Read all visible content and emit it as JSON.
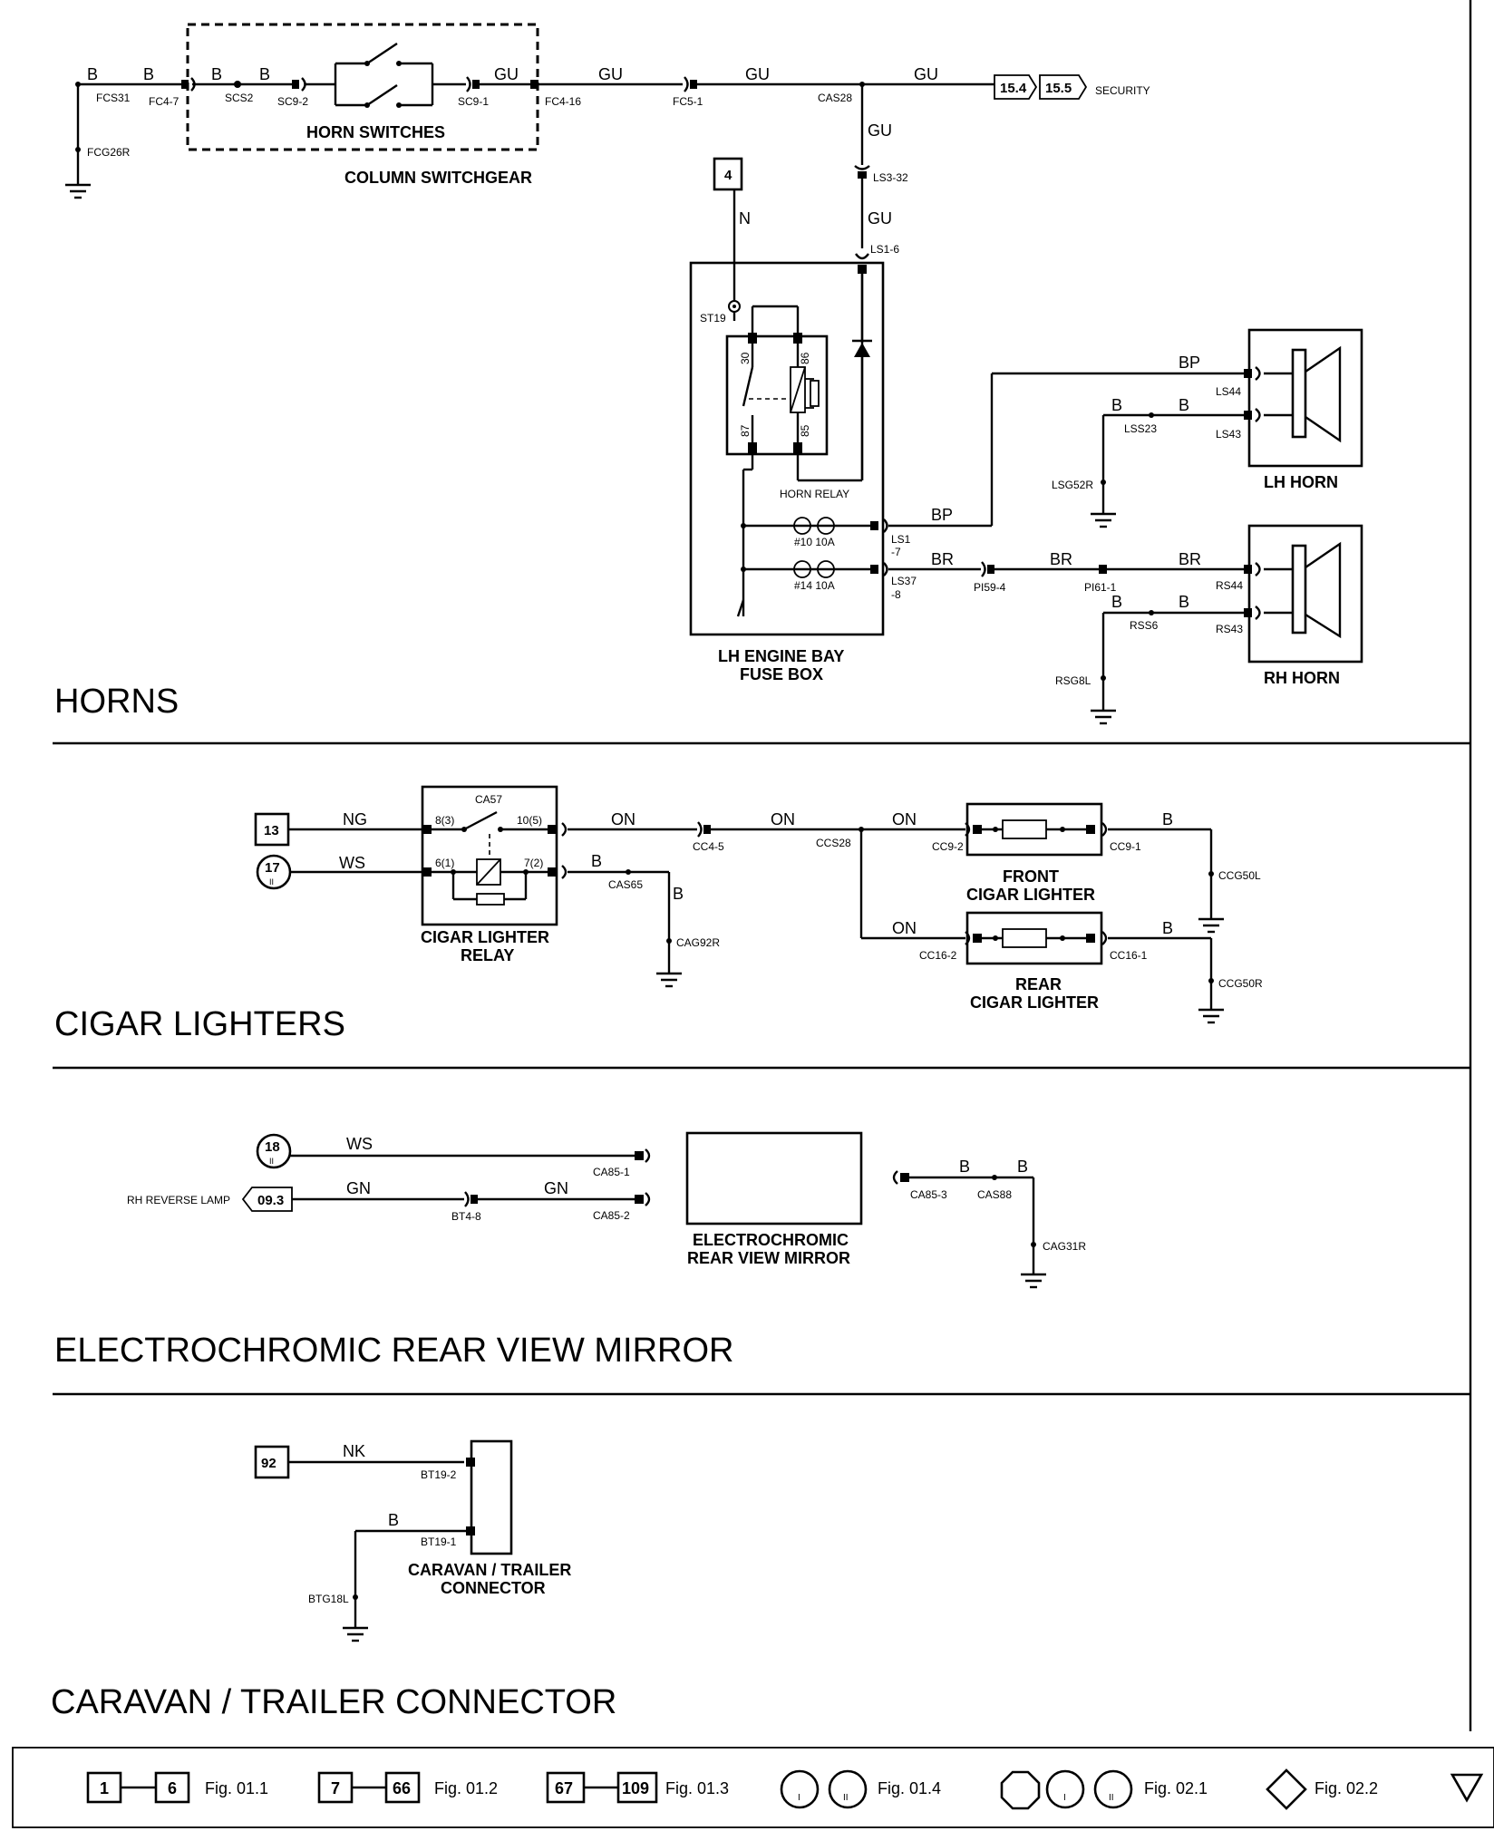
{
  "sections": {
    "horns": "HORNS",
    "cigar": "CIGAR LIGHTERS",
    "mirror": "ELECTROCHROMIC REAR VIEW MIRROR",
    "caravan": "CARAVAN / TRAILER CONNECTOR"
  },
  "components": {
    "horn_switches": "HORN SWITCHES",
    "column_switchgear": "COLUMN SWITCHGEAR",
    "horn_relay": "HORN RELAY",
    "fuse_box_1": "LH ENGINE BAY",
    "fuse_box_2": "FUSE BOX",
    "lh_horn": "LH HORN",
    "rh_horn": "RH HORN",
    "cigar_relay_1": "CIGAR LIGHTER",
    "cigar_relay_2": "RELAY",
    "front_cigar_1": "FRONT",
    "front_cigar_2": "CIGAR LIGHTER",
    "rear_cigar_1": "REAR",
    "rear_cigar_2": "CIGAR LIGHTER",
    "mirror_1": "ELECTROCHROMIC",
    "mirror_2": "REAR VIEW MIRROR",
    "caravan_1": "CARAVAN / TRAILER",
    "caravan_2": "CONNECTOR",
    "security": "SECURITY",
    "rh_reverse_lamp": "RH REVERSE LAMP"
  },
  "references": {
    "r15_4": "15.4",
    "r15_5": "15.5",
    "r4": "4",
    "r13": "13",
    "r17": "17",
    "r18": "18",
    "r09_3": "09.3",
    "r92": "92",
    "roman_ii": "II"
  },
  "wires": {
    "B": "B",
    "GU": "GU",
    "N": "N",
    "BP": "BP",
    "BR": "BR",
    "NG": "NG",
    "WS": "WS",
    "ON": "ON",
    "GN": "GN",
    "NK": "NK"
  },
  "connectors": {
    "FCS31": "FCS31",
    "FCG26R": "FCG26R",
    "FC4_7": "FC4-7",
    "SCS2": "SCS2",
    "SC9_2": "SC9-2",
    "SC9_1": "SC9-1",
    "FC4_16": "FC4-16",
    "FC5_1": "FC5-1",
    "CAS28": "CAS28",
    "LS3_32": "LS3-32",
    "LS1_6": "LS1-6",
    "ST19": "ST19",
    "p30": "30",
    "p86": "86",
    "p87": "87",
    "p85": "85",
    "F10": "#10 10A",
    "F14": "#14 10A",
    "LS1": "LS1",
    "LS1b": "-7",
    "LS37": "LS37",
    "LS37b": "-8",
    "PI59_4": "PI59-4",
    "PI61_1": "PI61-1",
    "LS44": "LS44",
    "LS43": "LS43",
    "LSS23": "LSS23",
    "LSG52R": "LSG52R",
    "RS44": "RS44",
    "RS43": "RS43",
    "RSS6": "RSS6",
    "RSG8L": "RSG8L",
    "CA57": "CA57",
    "p8_3": "8(3)",
    "p10_5": "10(5)",
    "p6_1": "6(1)",
    "p7_2": "7(2)",
    "CAS65": "CAS65",
    "CAG92R": "CAG92R",
    "CC4_5": "CC4-5",
    "CCS28": "CCS28",
    "CC9_2": "CC9-2",
    "CC9_1": "CC9-1",
    "CCG50L": "CCG50L",
    "CC16_2": "CC16-2",
    "CC16_1": "CC16-1",
    "CCG50R": "CCG50R",
    "CA85_1": "CA85-1",
    "CA85_2": "CA85-2",
    "BT4_8": "BT4-8",
    "CA85_3": "CA85-3",
    "CAS88": "CAS88",
    "CAG31R": "CAG31R",
    "BT19_2": "BT19-2",
    "BT19_1": "BT19-1",
    "BTG18L": "BTG18L"
  },
  "legend": {
    "b1": "1",
    "b6": "6",
    "f1": "Fig. 01.1",
    "b7": "7",
    "b66": "66",
    "f2": "Fig. 01.2",
    "b67": "67",
    "b109": "109",
    "f3": "Fig. 01.3",
    "ri": "I",
    "rii": "II",
    "f4": "Fig. 01.4",
    "f5": "Fig. 02.1",
    "f6": "Fig. 02.2"
  }
}
